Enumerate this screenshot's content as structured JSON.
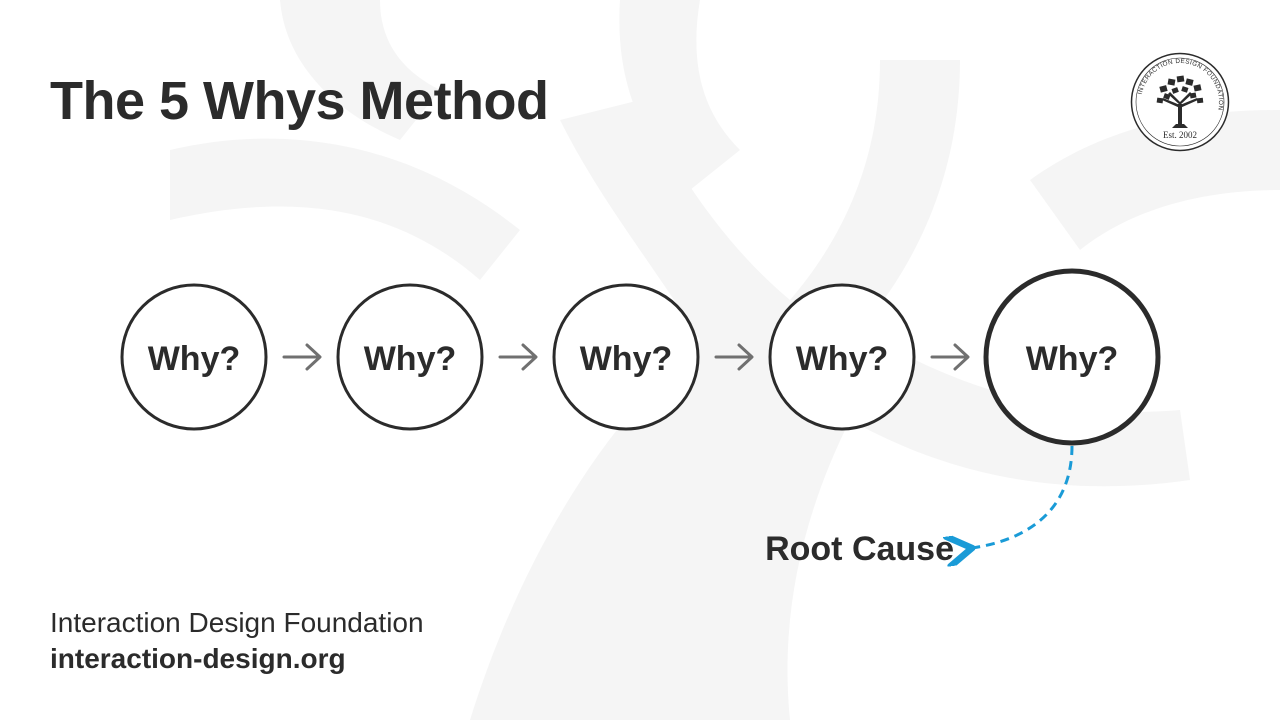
{
  "title": "The 5 Whys Method",
  "steps": [
    {
      "label": "Why?"
    },
    {
      "label": "Why?"
    },
    {
      "label": "Why?"
    },
    {
      "label": "Why?"
    },
    {
      "label": "Why?",
      "emphasis": true
    }
  ],
  "root_cause": {
    "label": "Root Cause",
    "connector_color": "#1a9bd7",
    "connector_style": "dashed"
  },
  "logo": {
    "ring_text": "INTERACTION DESIGN FOUNDATION",
    "est_label": "Est. 2002",
    "icon": "tree-icon"
  },
  "footer": {
    "org_name": "Interaction Design Foundation",
    "url": "interaction-design.org"
  },
  "colors": {
    "text": "#2b2b2b",
    "arrow": "#707070",
    "accent": "#1a9bd7",
    "background": "#ffffff",
    "watermark": "#f5f5f5"
  },
  "icons": {
    "step_arrow": "arrow-right-icon",
    "root_pointer": "curved-dashed-arrow-icon"
  }
}
